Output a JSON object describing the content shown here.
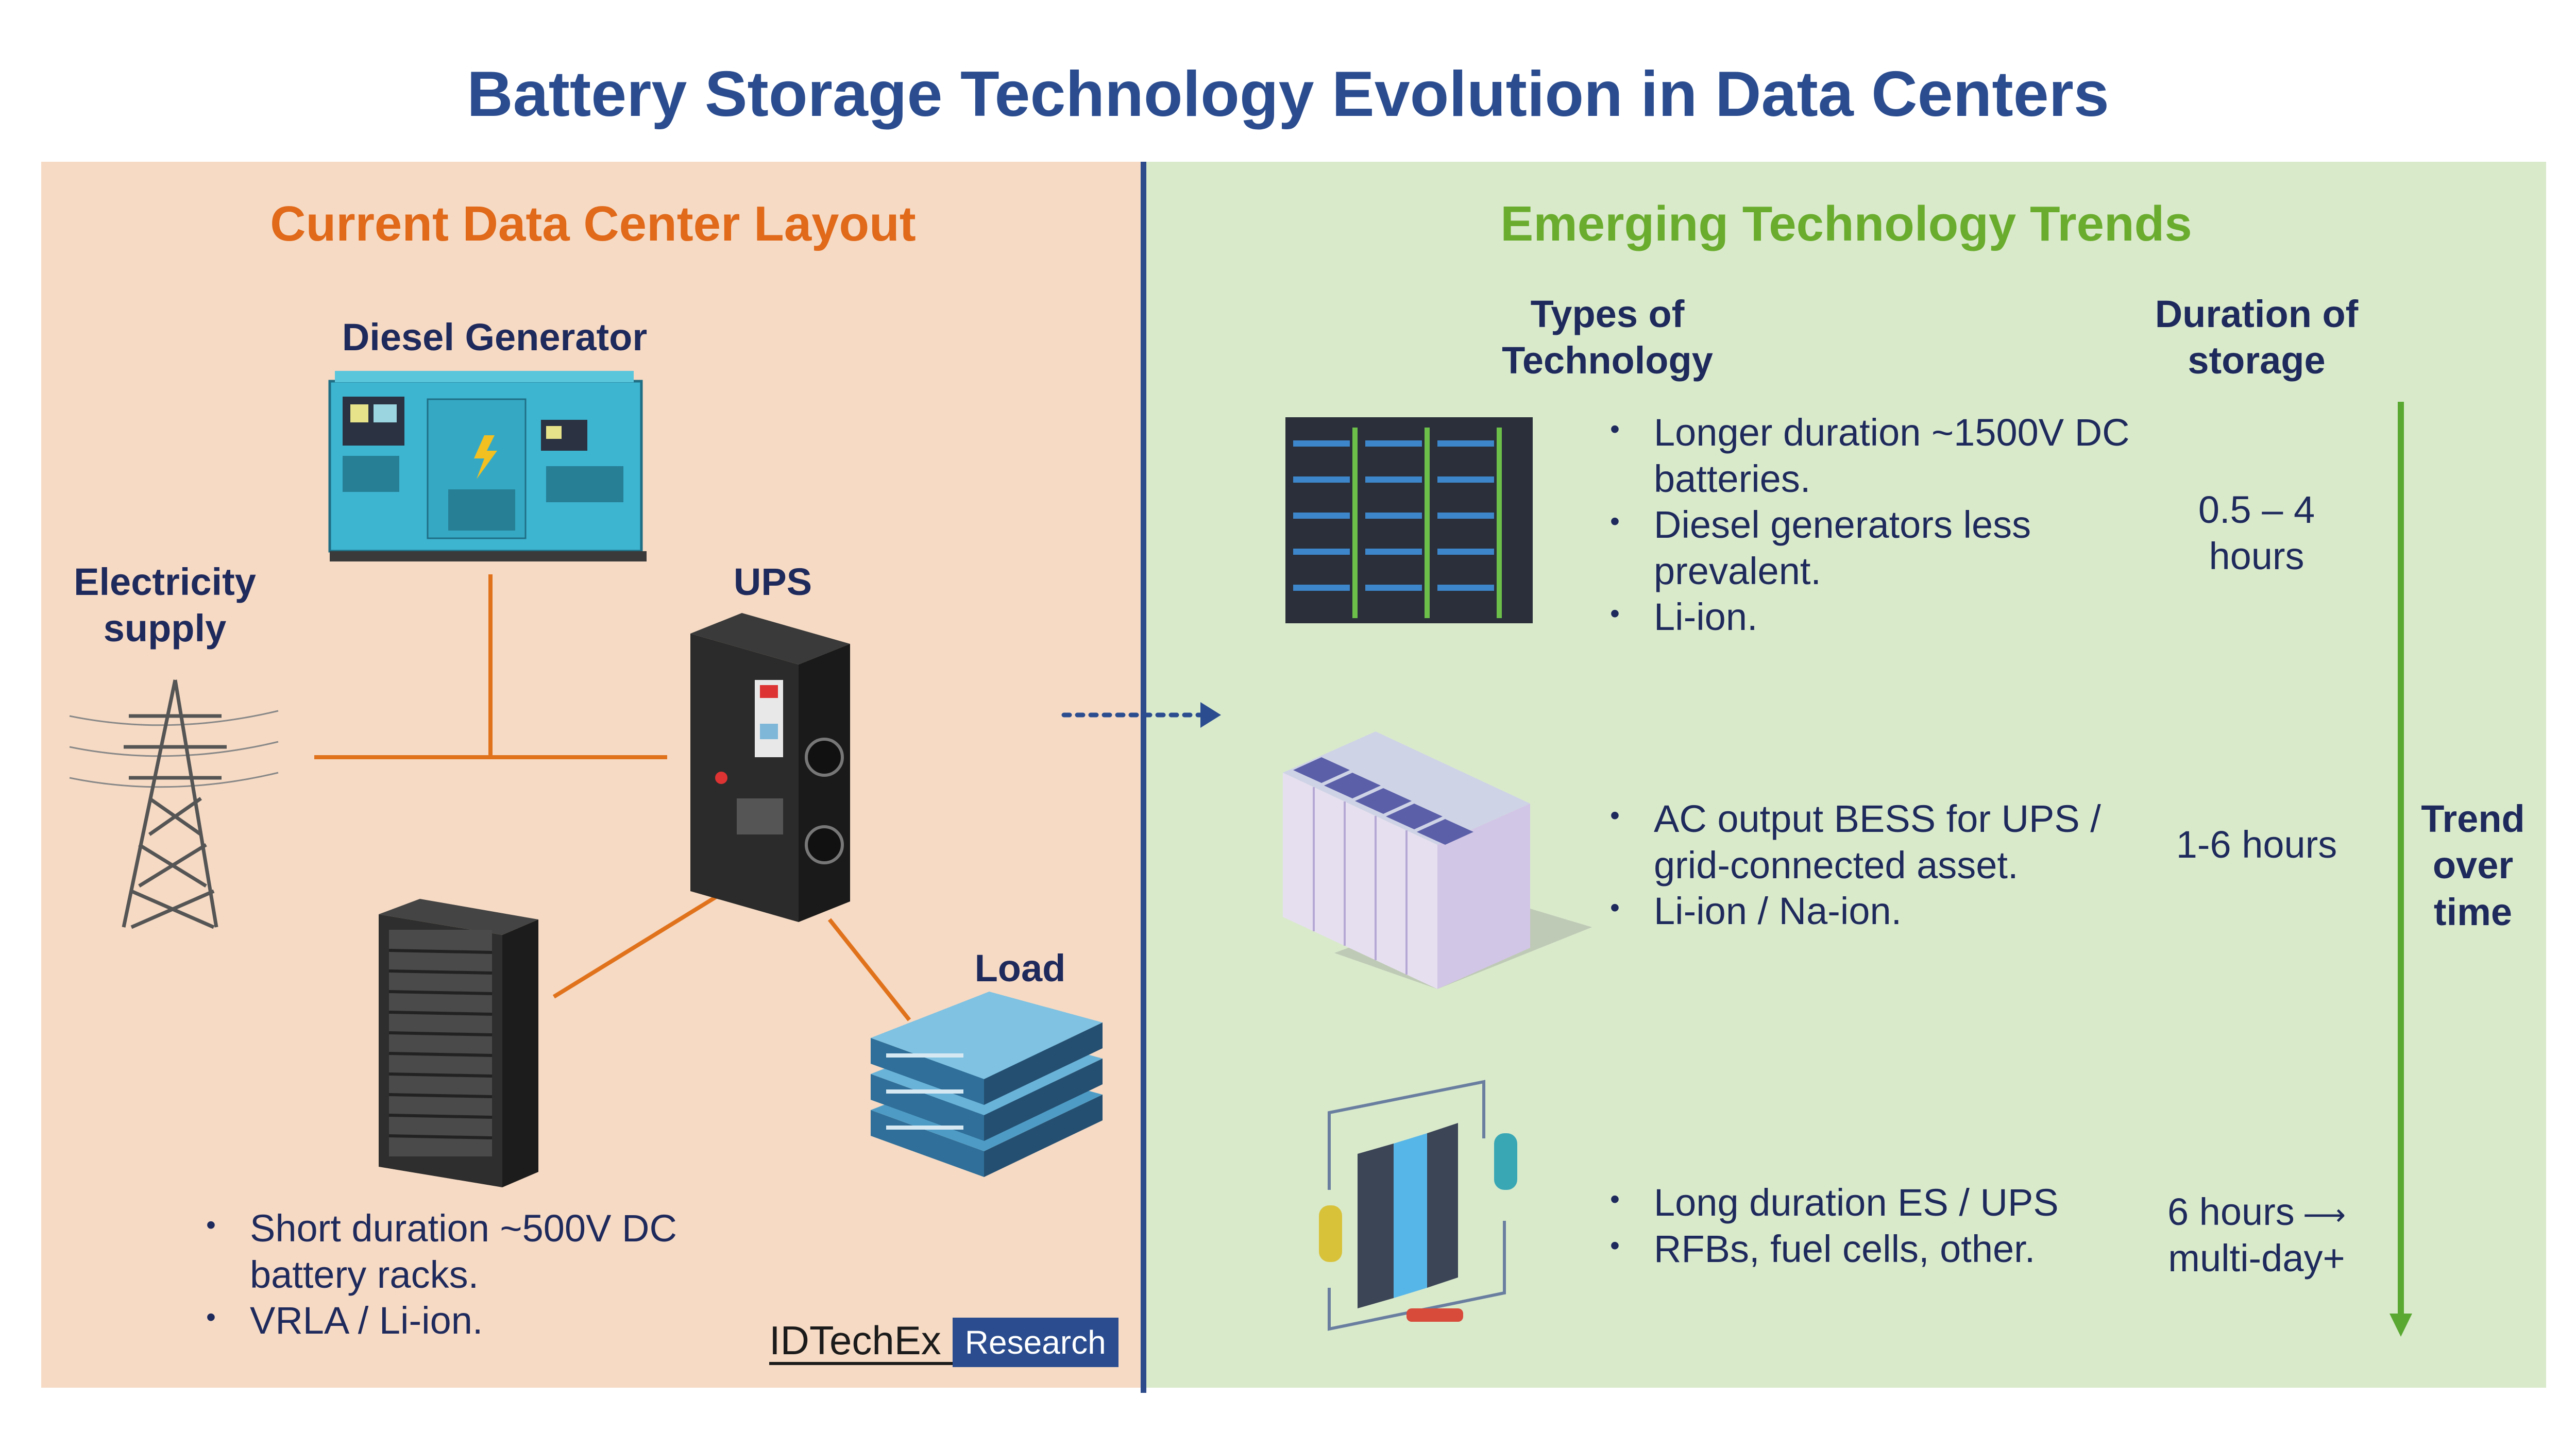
{
  "title": "Battery Storage Technology Evolution in Data Centers",
  "left": {
    "heading": "Current Data Center Layout",
    "diesel_label": "Diesel Generator",
    "electricity_label": "Electricity supply",
    "ups_label": "UPS",
    "load_label": "Load",
    "bullets": [
      "Short duration ~500V DC battery racks.",
      "VRLA / Li-ion."
    ]
  },
  "right": {
    "heading": "Emerging Technology Trends",
    "col_types": "Types of Technology",
    "col_duration": "Duration of storage",
    "rows": [
      {
        "bullets": [
          "Longer duration ~1500V DC batteries.",
          "Diesel generators less prevalent.",
          "Li-ion."
        ],
        "duration": "0.5 – 4 hours"
      },
      {
        "bullets": [
          "AC output BESS for UPS / grid-connected asset.",
          "Li-ion / Na-ion."
        ],
        "duration": "1-6 hours"
      },
      {
        "bullets": [
          "Long duration ES / UPS",
          "RFBs, fuel cells, other."
        ],
        "duration": "6 hours",
        "duration_line2": "multi-day+"
      }
    ],
    "trend_label": "Trend over time"
  },
  "brand": {
    "name": "IDTechEx",
    "tag": "Research"
  },
  "colors": {
    "title": "#2b4d8f",
    "left_heading": "#e0691a",
    "right_heading": "#6aad2e",
    "connector": "#e0721c",
    "trend_arrow": "#5aa832"
  }
}
